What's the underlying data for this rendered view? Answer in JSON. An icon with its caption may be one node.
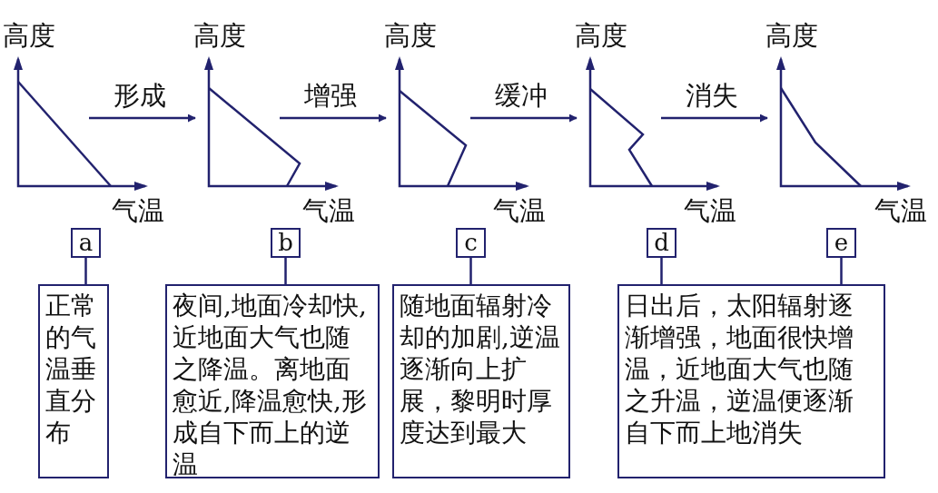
{
  "diagram": {
    "nodes": [
      {
        "text": [
          "高度",
          "气温"
        ]
      },
      {
        "text": [
          "高度",
          "气温"
        ]
      },
      {
        "text": [
          "高度",
          "气温"
        ]
      },
      {
        "text": [
          "高度",
          "气温"
        ]
      },
      {
        "text": [
          "高度",
          "气温"
        ]
      },
      {
        "text": [
          "a"
        ]
      },
      {
        "text": [
          "b"
        ]
      },
      {
        "text": [
          "c"
        ]
      },
      {
        "text": [
          "d"
        ]
      },
      {
        "text": [
          "e"
        ]
      },
      {
        "text": [
          "正常的气温垂直分布"
        ]
      },
      {
        "text": [
          "夜间,地面冷却快,近地面大气也随之降温。离地面愈近,降温愈快,形成自下而上的逆温"
        ]
      },
      {
        "text": [
          "随地面辐射冷却的加剧,逆温逐渐向上扩展，黎明时厚度达到最大"
        ]
      },
      {
        "text": [
          "日出后，太阳辐射逐渐增强，地面很快增温，近地面大气也随之升温，逆温便逐渐自下而上地消失"
        ]
      }
    ],
    "edges": [
      {
        "from": 0,
        "to": 1,
        "arrow": "to",
        "label": "形成"
      },
      {
        "from": 1,
        "to": 2,
        "arrow": "to",
        "label": "增强"
      },
      {
        "from": 2,
        "to": 3,
        "arrow": "to",
        "label": "缓冲"
      },
      {
        "from": 3,
        "to": 4,
        "arrow": "to",
        "label": "消失"
      },
      {
        "from": 5,
        "to": 10,
        "arrow": "none"
      },
      {
        "from": 6,
        "to": 11,
        "arrow": "none"
      },
      {
        "from": 7,
        "to": 12,
        "arrow": "none"
      },
      {
        "from": 8,
        "to": 13,
        "arrow": "none"
      },
      {
        "from": 9,
        "to": 13,
        "arrow": "none"
      }
    ]
  }
}
